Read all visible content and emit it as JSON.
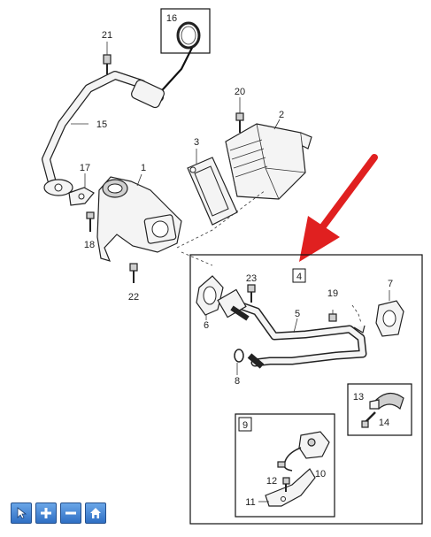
{
  "labels": {
    "l1": "1",
    "l2": "2",
    "l3": "3",
    "l4": "4",
    "l5": "5",
    "l6": "6",
    "l7": "7",
    "l8": "8",
    "l9": "9",
    "l10": "10",
    "l11": "11",
    "l12": "12",
    "l13": "13",
    "l14": "14",
    "l15": "15",
    "l16": "16",
    "l17": "17",
    "l18": "18",
    "l19": "19",
    "l20": "20",
    "l21": "21",
    "l22": "22",
    "l23": "23"
  },
  "colors": {
    "arrow": "#e02020",
    "toolbar": "#2f6fc4"
  },
  "toolbar": {
    "buttons": [
      {
        "icon": "cursor-icon"
      },
      {
        "icon": "zoom-in-icon"
      },
      {
        "icon": "zoom-out-icon"
      },
      {
        "icon": "home-icon"
      }
    ]
  }
}
